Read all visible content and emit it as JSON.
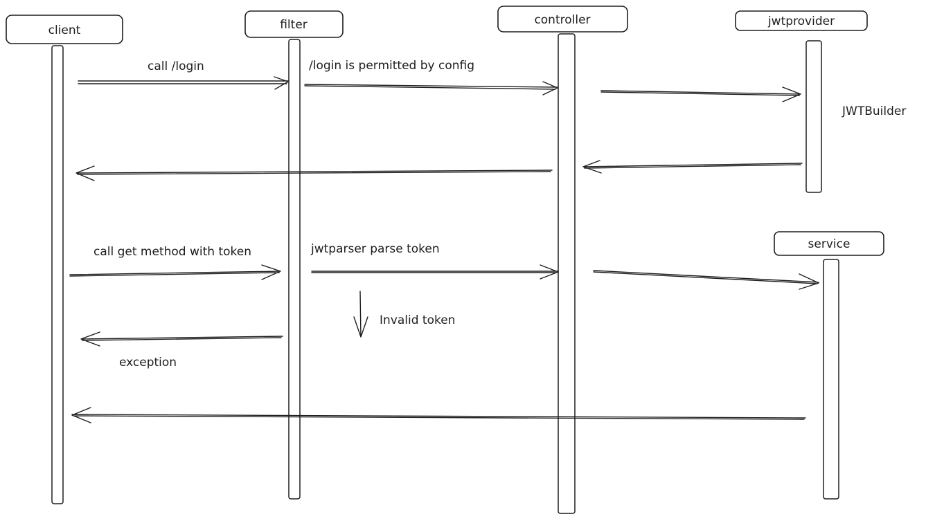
{
  "participants": {
    "client": "client",
    "filter": "filter",
    "controller": "controller",
    "jwtprovider": "jwtprovider",
    "service": "service"
  },
  "messages": {
    "call_login": "call /login",
    "login_permitted": "/login is permitted by config",
    "jwt_builder": "JWTBuilder",
    "call_get": "call get method with token",
    "jwtparser": "jwtparser parse token",
    "invalid_token": "Invalid token",
    "exception": "exception"
  },
  "colors": {
    "stroke": "#1e1e1e",
    "background": "#ffffff"
  }
}
